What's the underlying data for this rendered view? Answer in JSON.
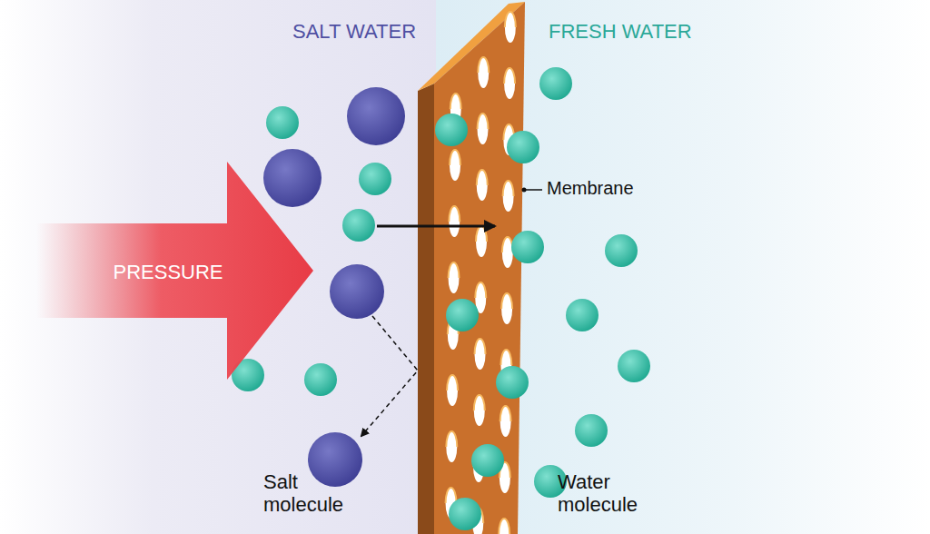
{
  "diagram": {
    "nodes": [
      {
        "text": [
          "PRESSURE"
        ]
      }
    ],
    "labels": [
      "SALT WATER",
      "FRESH WATER",
      "Membrane",
      "Salt molecule",
      "Water molecule"
    ]
  }
}
